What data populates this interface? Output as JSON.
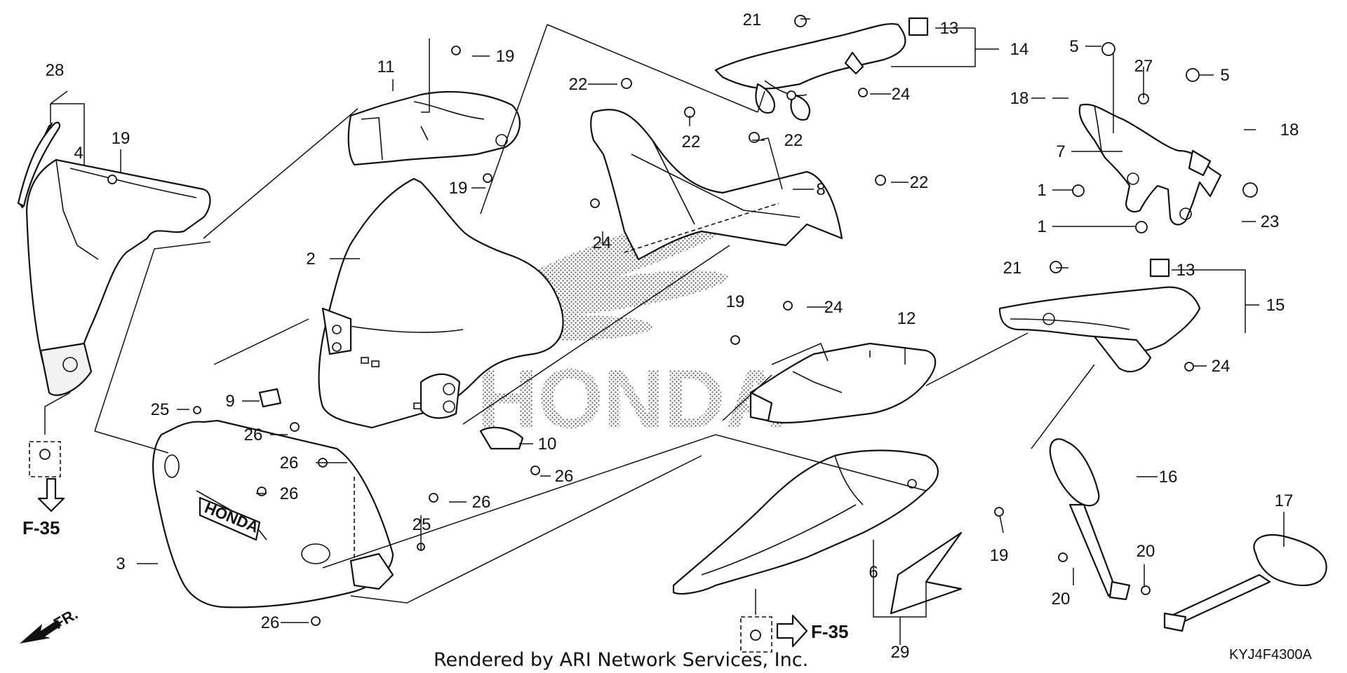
{
  "diagram": {
    "brand_watermark": "HONDA",
    "brand_logo_text": "HONDA",
    "frame_refs": [
      "F-35",
      "F-35"
    ],
    "front_label": "FR.",
    "credit": "Rendered by ARI Network Services, Inc.",
    "diagram_code": "KYJ4F4300A"
  },
  "callouts": [
    {
      "id": "c28",
      "text": "28"
    },
    {
      "id": "c4",
      "text": "4"
    },
    {
      "id": "c19a",
      "text": "19"
    },
    {
      "id": "c11",
      "text": "11"
    },
    {
      "id": "c19b",
      "text": "19"
    },
    {
      "id": "c19c",
      "text": "19"
    },
    {
      "id": "c2",
      "text": "2"
    },
    {
      "id": "c22a",
      "text": "22"
    },
    {
      "id": "c22b",
      "text": "22"
    },
    {
      "id": "c24a",
      "text": "24"
    },
    {
      "id": "c21a",
      "text": "21"
    },
    {
      "id": "c13a",
      "text": "13"
    },
    {
      "id": "c14",
      "text": "14"
    },
    {
      "id": "c24b",
      "text": "24"
    },
    {
      "id": "c22c",
      "text": "22"
    },
    {
      "id": "c8",
      "text": "8"
    },
    {
      "id": "c22d",
      "text": "22"
    },
    {
      "id": "c24c",
      "text": "24"
    },
    {
      "id": "c19d",
      "text": "19"
    },
    {
      "id": "c12",
      "text": "12"
    },
    {
      "id": "c5a",
      "text": "5"
    },
    {
      "id": "c27",
      "text": "27"
    },
    {
      "id": "c5b",
      "text": "5"
    },
    {
      "id": "c18a",
      "text": "18"
    },
    {
      "id": "c18b",
      "text": "18"
    },
    {
      "id": "c7",
      "text": "7"
    },
    {
      "id": "c1a",
      "text": "1"
    },
    {
      "id": "c1b",
      "text": "1"
    },
    {
      "id": "c23",
      "text": "23"
    },
    {
      "id": "c21b",
      "text": "21"
    },
    {
      "id": "c13b",
      "text": "13"
    },
    {
      "id": "c15",
      "text": "15"
    },
    {
      "id": "c24d",
      "text": "24"
    },
    {
      "id": "c25a",
      "text": "25"
    },
    {
      "id": "c9",
      "text": "9"
    },
    {
      "id": "c26a",
      "text": "26"
    },
    {
      "id": "c10",
      "text": "10"
    },
    {
      "id": "c26b",
      "text": "26"
    },
    {
      "id": "c26c",
      "text": "26"
    },
    {
      "id": "c26d",
      "text": "26"
    },
    {
      "id": "c26e",
      "text": "26"
    },
    {
      "id": "c25b",
      "text": "25"
    },
    {
      "id": "c3",
      "text": "3"
    },
    {
      "id": "c26f",
      "text": "26"
    },
    {
      "id": "c16",
      "text": "16"
    },
    {
      "id": "c17",
      "text": "17"
    },
    {
      "id": "c19e",
      "text": "19"
    },
    {
      "id": "c6",
      "text": "6"
    },
    {
      "id": "c20a",
      "text": "20"
    },
    {
      "id": "c20b",
      "text": "20"
    },
    {
      "id": "c29",
      "text": "29"
    }
  ]
}
